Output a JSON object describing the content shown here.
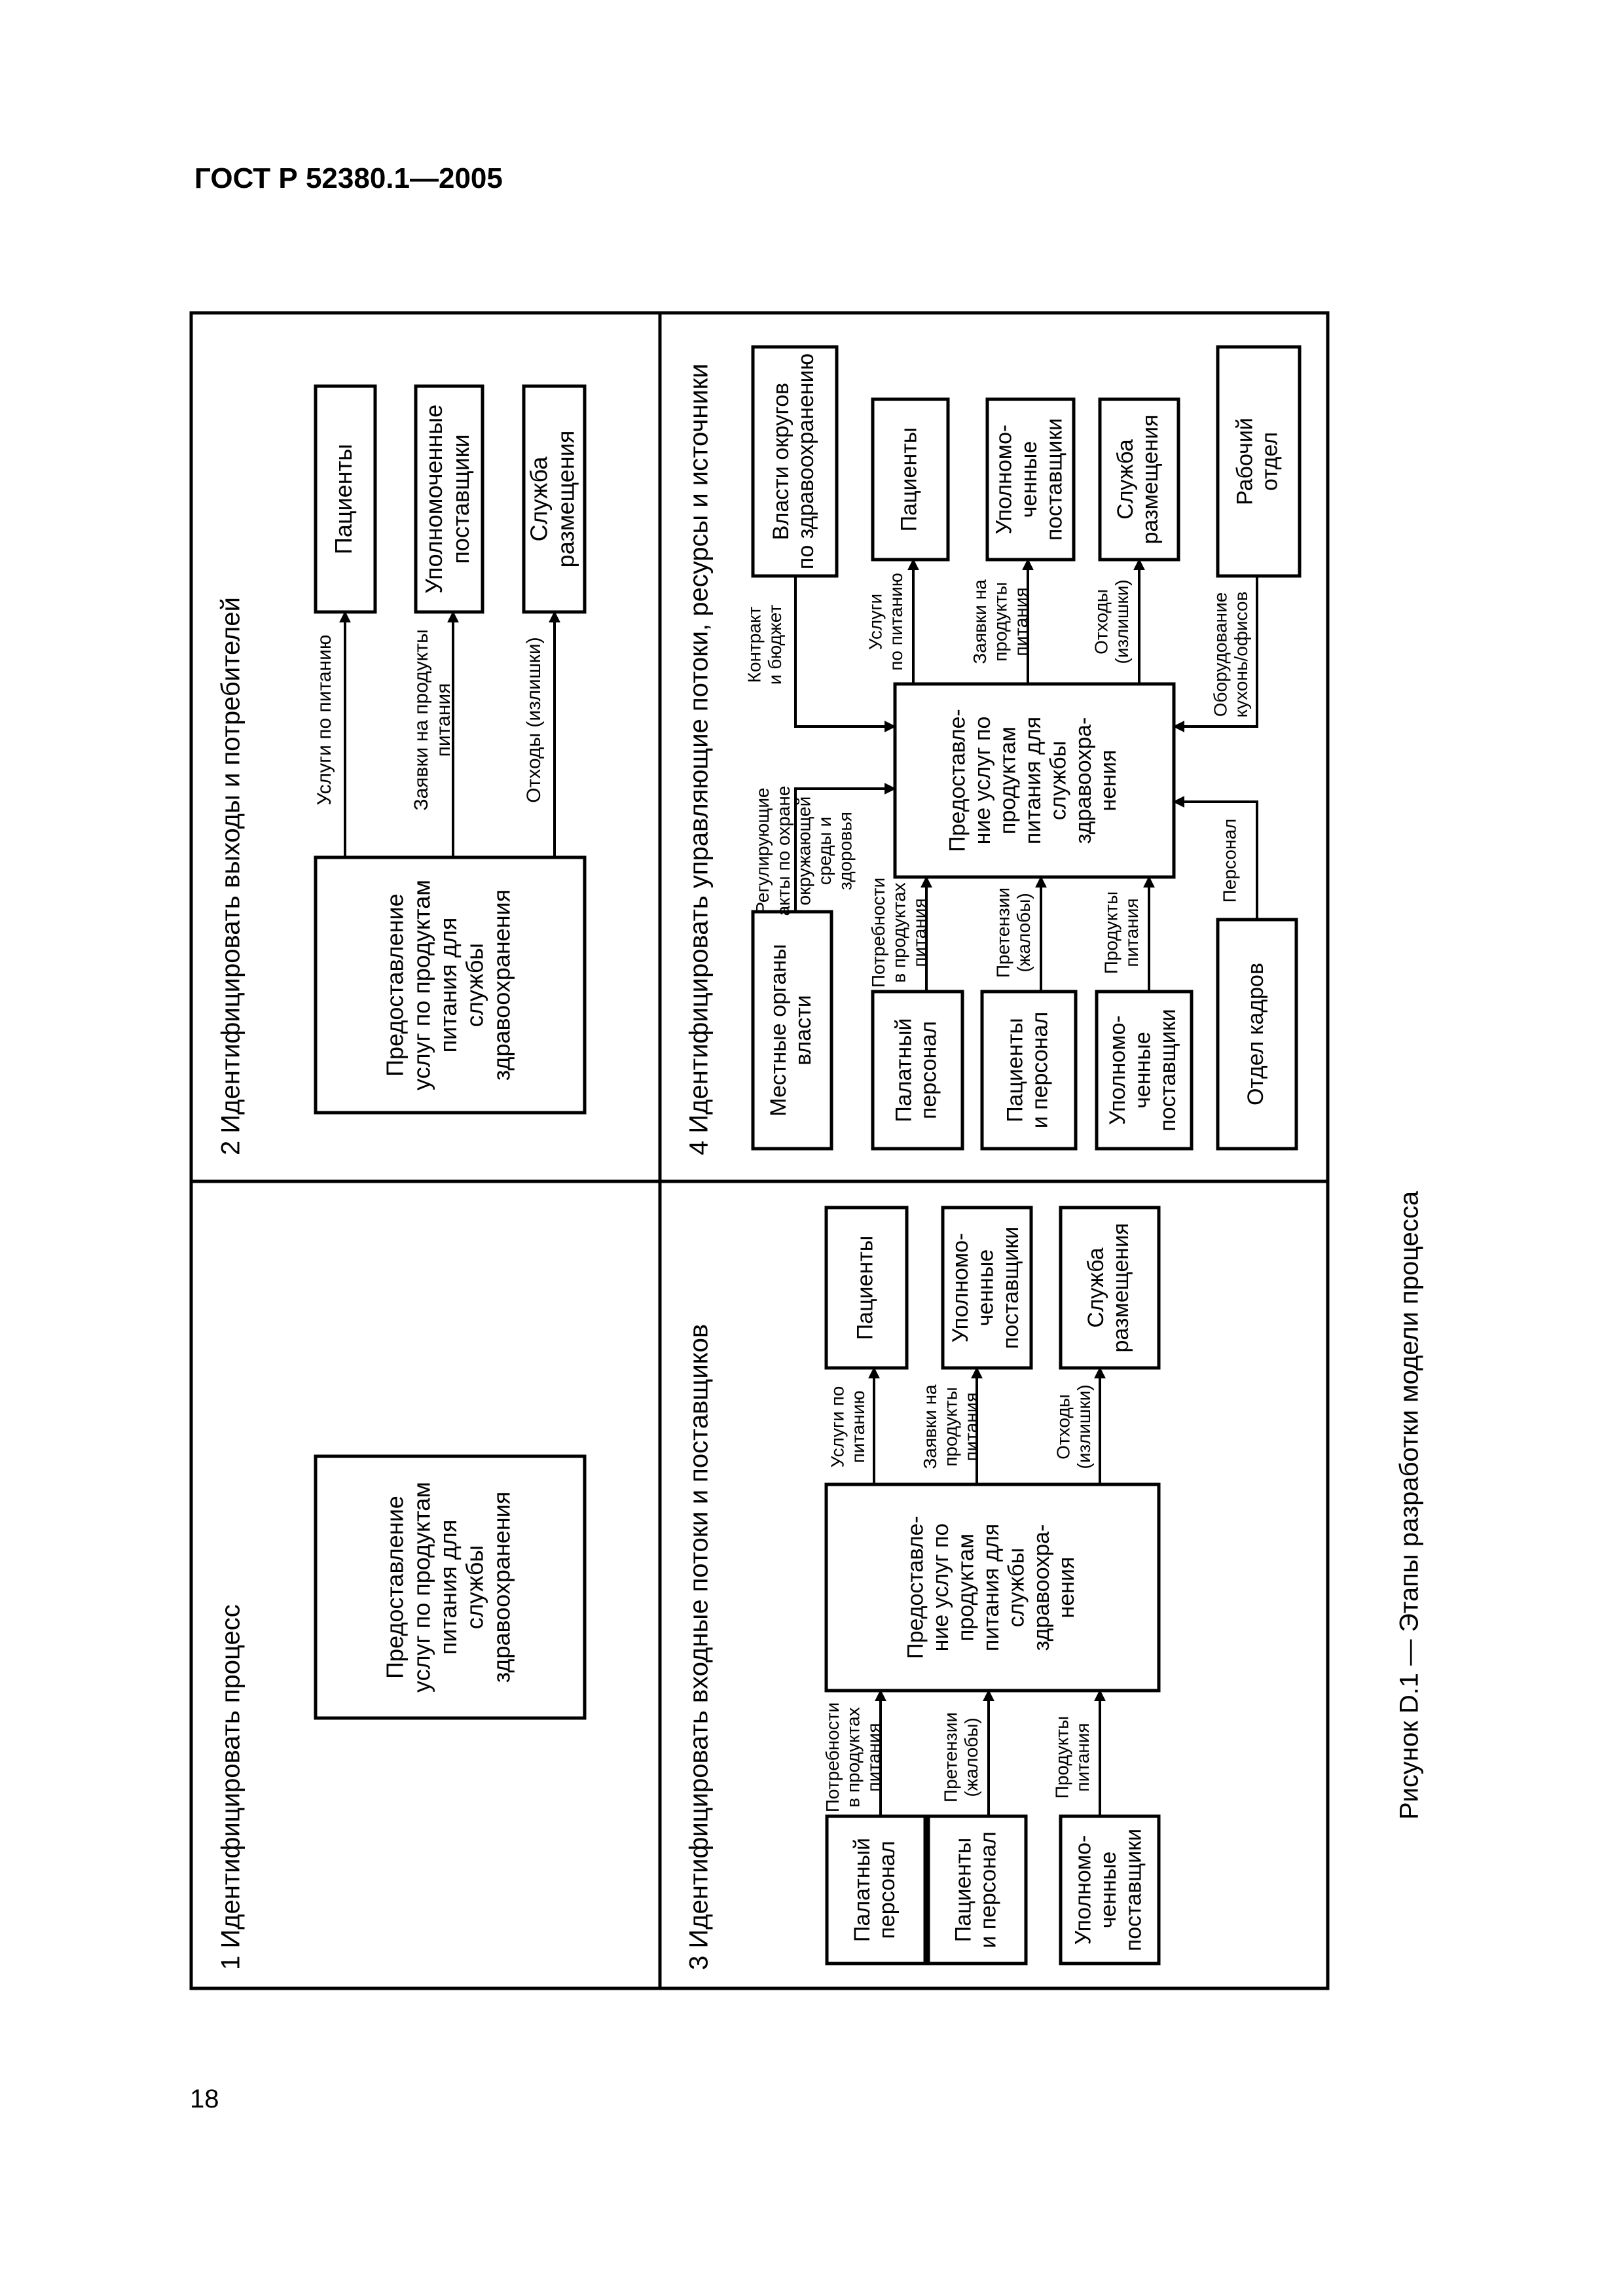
{
  "header": {
    "standard": "ГОСТ Р 52380.1—2005"
  },
  "page_number": "18",
  "caption": "Рисунок D.1  — Этапы разработки модели процесса",
  "panels": {
    "p1": {
      "title": "1 Идентифицировать процесс",
      "process": [
        "Предоставление",
        "услуг по продуктам",
        "питания для",
        "службы",
        "здравоохранения"
      ]
    },
    "p2": {
      "title": "2 Идентифицировать выходы и потребителей",
      "process": [
        "Предоставление",
        "услуг по продуктам",
        "питания для",
        "службы",
        "здравоохранения"
      ],
      "outputs": [
        {
          "flow": [
            "Услуги по питанию"
          ],
          "box": [
            "Пациенты"
          ]
        },
        {
          "flow": [
            "Заявки на продукты",
            "питания"
          ],
          "box": [
            "Уполномоченные",
            "поставщики"
          ]
        },
        {
          "flow": [
            "Отходы (излишки)"
          ],
          "box": [
            "Служба",
            "размещения"
          ]
        }
      ]
    },
    "p3": {
      "title": "3 Идентифицировать входные потоки и поставщиков",
      "process": [
        "Предоставле-",
        "ние услуг по",
        "продуктам",
        "питания для",
        "службы",
        "здравоохра-",
        "нения"
      ],
      "inputs": [
        {
          "box": [
            "Палатный",
            "персонал"
          ],
          "flow": [
            "Потребности",
            "в продуктах",
            "питания"
          ]
        },
        {
          "box": [
            "Пациенты",
            "и персонал"
          ],
          "flow": [
            "Претензии",
            "(жалобы)"
          ]
        },
        {
          "box": [
            "Уполномо-",
            "ченные",
            "поставщики"
          ],
          "flow": [
            "Продукты",
            "питания"
          ]
        }
      ],
      "outputs": [
        {
          "flow": [
            "Услуги по",
            "питанию"
          ],
          "box": [
            "Пациенты"
          ]
        },
        {
          "flow": [
            "Заявки на",
            "продукты",
            "питания"
          ],
          "box": [
            "Уполномо-",
            "ченные",
            "поставщики"
          ]
        },
        {
          "flow": [
            "Отходы",
            "(излишки)"
          ],
          "box": [
            "Служба",
            "размещения"
          ]
        }
      ]
    },
    "p4": {
      "title": "4 Идентифицировать управляющие потоки, ресурсы и источники",
      "process": [
        "Предоставле-",
        "ние услуг по",
        "продуктам",
        "питания для",
        "службы",
        "здравоохра-",
        "нения"
      ],
      "authority": {
        "box": [
          "Местные органы",
          "власти"
        ],
        "flow": [
          "Регулирующие",
          "акты по охране",
          "окружающей",
          "среды и",
          "здоровья"
        ]
      },
      "inputs": [
        {
          "box": [
            "Палатный",
            "персонал"
          ],
          "flow": [
            "Потребности",
            "в продуктах",
            "питания"
          ]
        },
        {
          "box": [
            "Пациенты",
            "и персонал"
          ],
          "flow": [
            "Претензии",
            "(жалобы)"
          ]
        },
        {
          "box": [
            "Уполномо-",
            "ченные",
            "поставщики"
          ],
          "flow": [
            "Продукты",
            "питания"
          ]
        }
      ],
      "hr": {
        "box": [
          "Отдел кадров"
        ],
        "flow": [
          "Персонал"
        ]
      },
      "district": {
        "box": [
          "Власти округов",
          "по здравоохранению"
        ],
        "flow": [
          "Контракт",
          "и бюджет"
        ]
      },
      "outputs": [
        {
          "flow": [
            "Услуги",
            "по питанию"
          ],
          "box": [
            "Пациенты"
          ]
        },
        {
          "flow": [
            "Заявки на",
            "продукты",
            "питания"
          ],
          "box": [
            "Уполномо-",
            "ченные",
            "поставщики"
          ]
        },
        {
          "flow": [
            "Отходы",
            "(излишки)"
          ],
          "box": [
            "Служба",
            "размещения"
          ]
        }
      ],
      "works": {
        "box": [
          "Рабочий",
          "отдел"
        ],
        "flow": [
          "Оборудование",
          "кухонь/офисов"
        ]
      }
    }
  }
}
